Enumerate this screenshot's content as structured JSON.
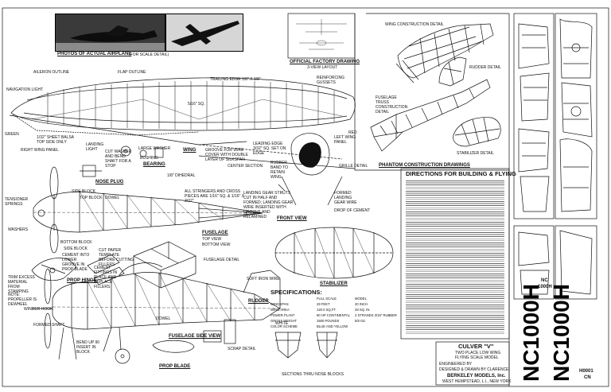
{
  "sheet": {
    "photos_caption": "PHOTOS OF ACTUAL AIRPLANE",
    "photos_sub": "(FOR SCALE DETAIL)",
    "factory_drawing": "OFFICIAL FACTORY DRAWING",
    "factory_sub": "3-VIEW LAYOUT",
    "wing_construction": "WING CONSTRUCTION DETAIL",
    "rudder_detail": "RUDDER DETAIL",
    "fuselage_truss": "FUSELAGE TRUSS CONSTRUCTION DETAIL",
    "stabilizer_detail": "STABILIZER DETAIL",
    "phantom": "PHANTOM CONSTRUCTION DRAWINGS",
    "directions": "DIRECTIONS FOR BUILDING & FLYING"
  },
  "wing_notes": {
    "aileron": "AILERON OUTLINE",
    "flap": "FLAP OUTLINE",
    "nav_light": "NAVIGATION LIGHT",
    "trailing_edge": "TRAILING EDGE 1/8\" X 3/8\"",
    "reinforcing": "REINFORCING GUSSETS",
    "balsa_sheet": "1/32\" SHEET BALSA TOP SIDE ONLY",
    "green": "GREEN",
    "red": "RED",
    "right_wing": "RIGHT WING PANEL",
    "left_wing": "LEFT WING PANEL",
    "landing_light": "LANDING LIGHT",
    "cut_washer": "CUT WASHER AND BEND SHAFT FOR A STOP",
    "large_washer": "LARGE WASHER",
    "bushing": "BUSHING",
    "wing": "WING",
    "groove": "GROOVE FOR WIRE COVER WITH DOUBLE LAYER OF SILKSPAN",
    "leading_edge": "LEADING EDGE 3/32\" SQ. SET ON EDGE",
    "rubber_band": "RUBBER BAND TO RETAIN WING",
    "bearing": "BEARING",
    "dihedral": "1/8\" DIHEDRAL",
    "nose_plug": "NOSE PLUG",
    "five_sixteen": "5/16\" SQ.",
    "center_section": "CENTER SECTION"
  },
  "fuselage_notes": {
    "side_block": "SIDE BLOCK",
    "top_block": "TOP BLOCK",
    "dowel": "DOWEL",
    "tensioner": "TENSIONER SPRINGS",
    "washers": "WASHERS",
    "bottom_block": "BOTTOM BLOCK",
    "all_stringers": "ALL STRINGERS AND CROSS PIECES ARE 1/16\" SQ. & 1/16\" X 3/32\"",
    "fuselage": "FUSELAGE",
    "top_view": "TOP VIEW",
    "bottom_view": "BOTTOM VIEW",
    "side_block2": "SIDE BLOCK",
    "cement": "CEMENT INTO LOWER GROOVE IN PROP BLADE",
    "cut_paper": "CUT PAPER TEMPLATE BEFORE CUTTING FILLERS",
    "cement_fittings": "CEMENT FITTINGS IN PLACE AND REPLACE FILLERS",
    "prop_hinge": "PROP HINGE",
    "trim": "TRIM EXCESS MATERIAL FROM STAMPING",
    "prop_hinge_note": "NOTE: PROPELLER IS DEWHEEL",
    "winder_hook": "WINDER HOOK",
    "formed_shaft": "FORMED SHAFT",
    "bend_90": "BEND UP 90 INSERT IN BLOCK",
    "fuselage_detail": "FUSELAGE DETAIL",
    "fuselage_side": "FUSELAGE SIDE VIEW",
    "prop_blade": "PROP BLADE",
    "rudder": "RUDDER",
    "dowel2": "DOWEL",
    "scrap_detail": "SCRAP DETAIL",
    "white": "WHITE",
    "landing_gear": "LANDING GEAR STRUTS CUT IN HALF AND FORMED; LANDING GEAR WIRE INSERTED WITH GROOVE AND RELAMINED",
    "front_view": "FRONT VIEW",
    "formed_landing": "FORMED LANDING GEAR WIRE",
    "drop_cement": "DROP OF CEMENT",
    "grille": "GRILLE DETAIL",
    "stabilizer": "STABILIZER",
    "sections": "SECTIONS THRU NOSE BLOCKS",
    "soft_wire": "SOFT IRON WIRE"
  },
  "specs": {
    "title": "SPECIFICATIONS:",
    "col_full": "FULL SCALE",
    "col_model": "MODEL",
    "rows": [
      {
        "k": "WINGSPAN",
        "full": "29 FEET",
        "model": "20 INCH"
      },
      {
        "k": "WING AREA",
        "full": "120.0 SQ.FT.",
        "model": "28 SQ. IN."
      },
      {
        "k": "POWER PLANT",
        "full": "90 HP CONTINENTAL",
        "model": "2 STRANDS 3/16\" RUBBER"
      },
      {
        "k": "GROSS WEIGHT",
        "full": "1500 POUNDS",
        "model": "5/8 OZ."
      },
      {
        "k": "COLOR SCHEME",
        "full": "BLUE AND YELLOW",
        "model": ""
      }
    ]
  },
  "title_block": {
    "name": "CULVER \"V\"",
    "line1": "TWO PLACE LOW WING",
    "line2": "FLYING SCALE MODEL",
    "engineered": "ENGINEERED BY",
    "drawn": "DESIGNED & DRAWN BY CLARENCE",
    "company": "BERKELEY MODELS, Inc.",
    "address": "WEST HEMPSTEAD, L.I., NEW YORK"
  },
  "registration": {
    "small_top": "NC",
    "small_num": "1000H",
    "big1": "NC1000H",
    "big2": "NC1000H",
    "bottom_num": "H0001",
    "bottom_nc": "CN"
  }
}
